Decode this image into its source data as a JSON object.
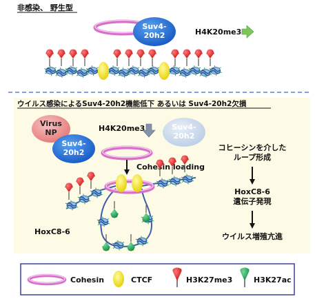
{
  "colors": {
    "bottom_panel_bg": "#fdfae6",
    "divider": "#5b80c8",
    "dna_blue": "#3d5fa8",
    "nucleosome": "#8fc0e6",
    "cohesin": "#d770c8",
    "ctcf": "#f2e600",
    "h3k27me3": "#e21e1e",
    "h3k27ac": "#1ea858",
    "suv": "#1768d4",
    "suv_faded": "#c9d8ec",
    "virus_np": "#ef8d8d",
    "arrow_green": "#7dc75a",
    "arrow_gray": "#8593a8",
    "legend_border": "#3d3f9a"
  },
  "top": {
    "title": "非感染、 野生型",
    "suv_label_1": "Suv4-",
    "suv_label_2": "20h2",
    "h4k20_label": "H4K20me3"
  },
  "bottom": {
    "title": "ウイルス感染によるSuv4-20h2機能低下 あるいは Suv4-20h2欠損",
    "virus_label_1": "Virus",
    "virus_label_2": "NP",
    "suv_label_1": "Suv4-",
    "suv_label_2": "20h2",
    "suv_faded_label_1": "Suv4-",
    "suv_faded_label_2": "20h2",
    "h4k20_label": "H4K20me3",
    "cohesin_loading": "Cohesin loading",
    "hoxc_label": "HoxC8-6",
    "flow": [
      "コヒーシンを介した",
      "ループ形成",
      "HoxC8-6",
      "遺伝子発現",
      "ウイルス増殖亢進"
    ]
  },
  "legend": {
    "cohesin": "Cohesin",
    "ctcf": "CTCF",
    "h3k27me3": "H3K27me3",
    "h3k27ac": "H3K27ac"
  }
}
